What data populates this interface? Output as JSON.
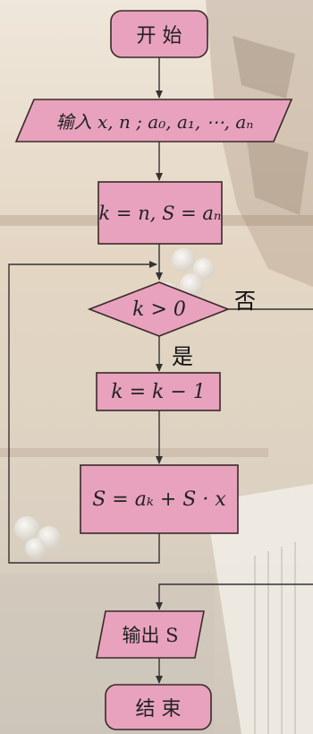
{
  "flowchart": {
    "start": "开 始",
    "input": "输入 x, n ; a₀, a₁, ⋯, aₙ",
    "init": "k = n, S = aₙ",
    "condition": "k > 0",
    "yes_label": "是",
    "no_label": "否",
    "decrement": "k = k − 1",
    "update": "S = aₖ + S · x",
    "output": "输出 S",
    "end": "结 束"
  },
  "colors": {
    "node_fill": "#e8a2bd",
    "node_stroke": "#3a2a2a",
    "arrow": "#333333",
    "background": "#e6dccc"
  }
}
